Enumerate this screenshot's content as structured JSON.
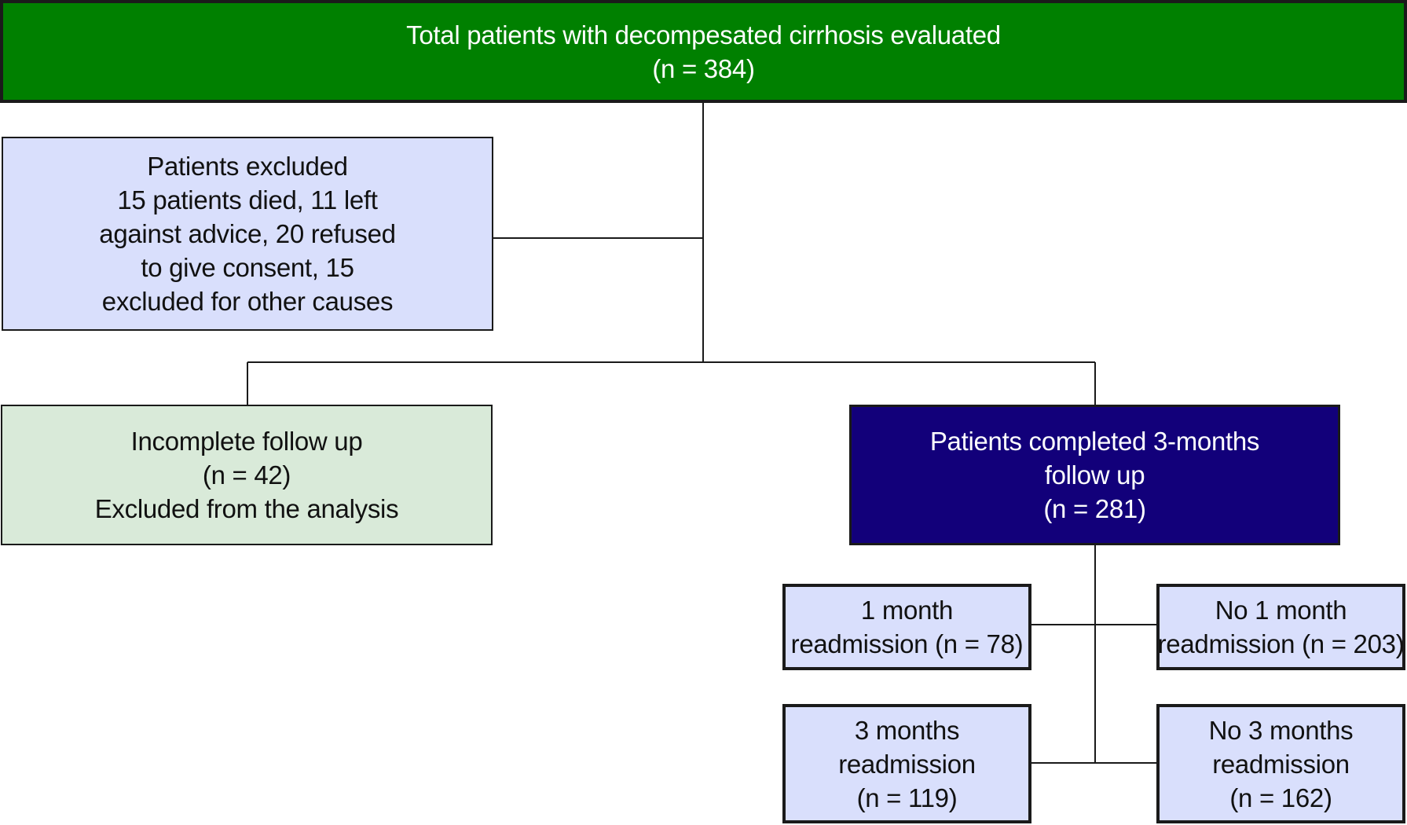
{
  "flowchart": {
    "total": {
      "lines": [
        "Total patients with decompesated cirrhosis evaluated",
        "(n = 384)"
      ],
      "fill": "#008000"
    },
    "excluded": {
      "lines": [
        "Patients excluded",
        "15 patients died, 11 left",
        "against advice, 20 refused",
        "to give consent, 15",
        "excluded for other causes"
      ],
      "fill": "#d9dffc"
    },
    "incomplete": {
      "lines": [
        "Incomplete follow up",
        "(n = 42)",
        "Excluded from the analysis"
      ],
      "fill": "#d9ead9"
    },
    "completed": {
      "lines": [
        "Patients completed 3-months",
        "follow up",
        "(n = 281)"
      ],
      "fill": "#12007a"
    },
    "readmission_1m": {
      "lines": [
        "1 month",
        "readmission (n = 78)"
      ],
      "fill": "#d9dffc"
    },
    "no_readmission_1m": {
      "lines": [
        "No 1 month",
        "readmission (n = 203)"
      ],
      "fill": "#d9dffc"
    },
    "readmission_3m": {
      "lines": [
        "3 months",
        "readmission",
        "(n = 119)"
      ],
      "fill": "#d9dffc"
    },
    "no_readmission_3m": {
      "lines": [
        "No 3 months",
        "readmission",
        "(n = 162)"
      ],
      "fill": "#d9dffc"
    }
  }
}
